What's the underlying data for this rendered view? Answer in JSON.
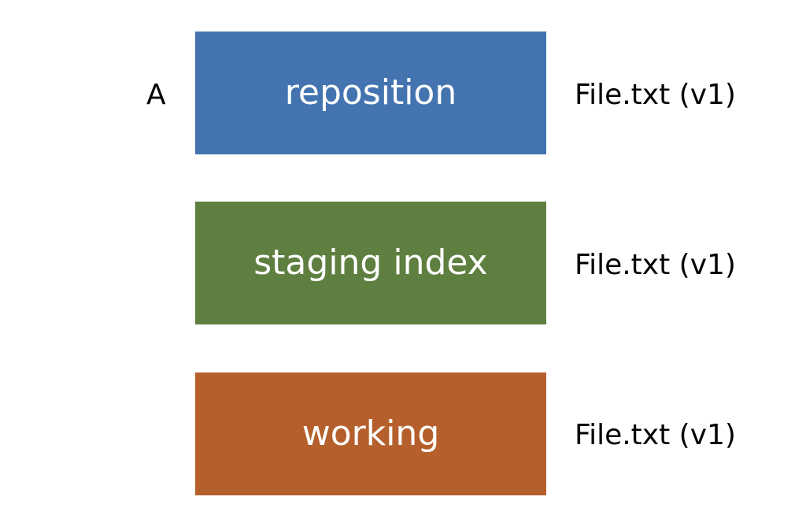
{
  "diagram": {
    "marker_label": "A",
    "layers": [
      {
        "id": "repository",
        "label": "reposition",
        "color": "#4374B0",
        "file": "File.txt (v1)"
      },
      {
        "id": "staging",
        "label": "staging index",
        "color": "#5F7F40",
        "file": "File.txt (v1)"
      },
      {
        "id": "working",
        "label": "working",
        "color": "#B5602C",
        "file": "File.txt (v1)"
      }
    ]
  }
}
